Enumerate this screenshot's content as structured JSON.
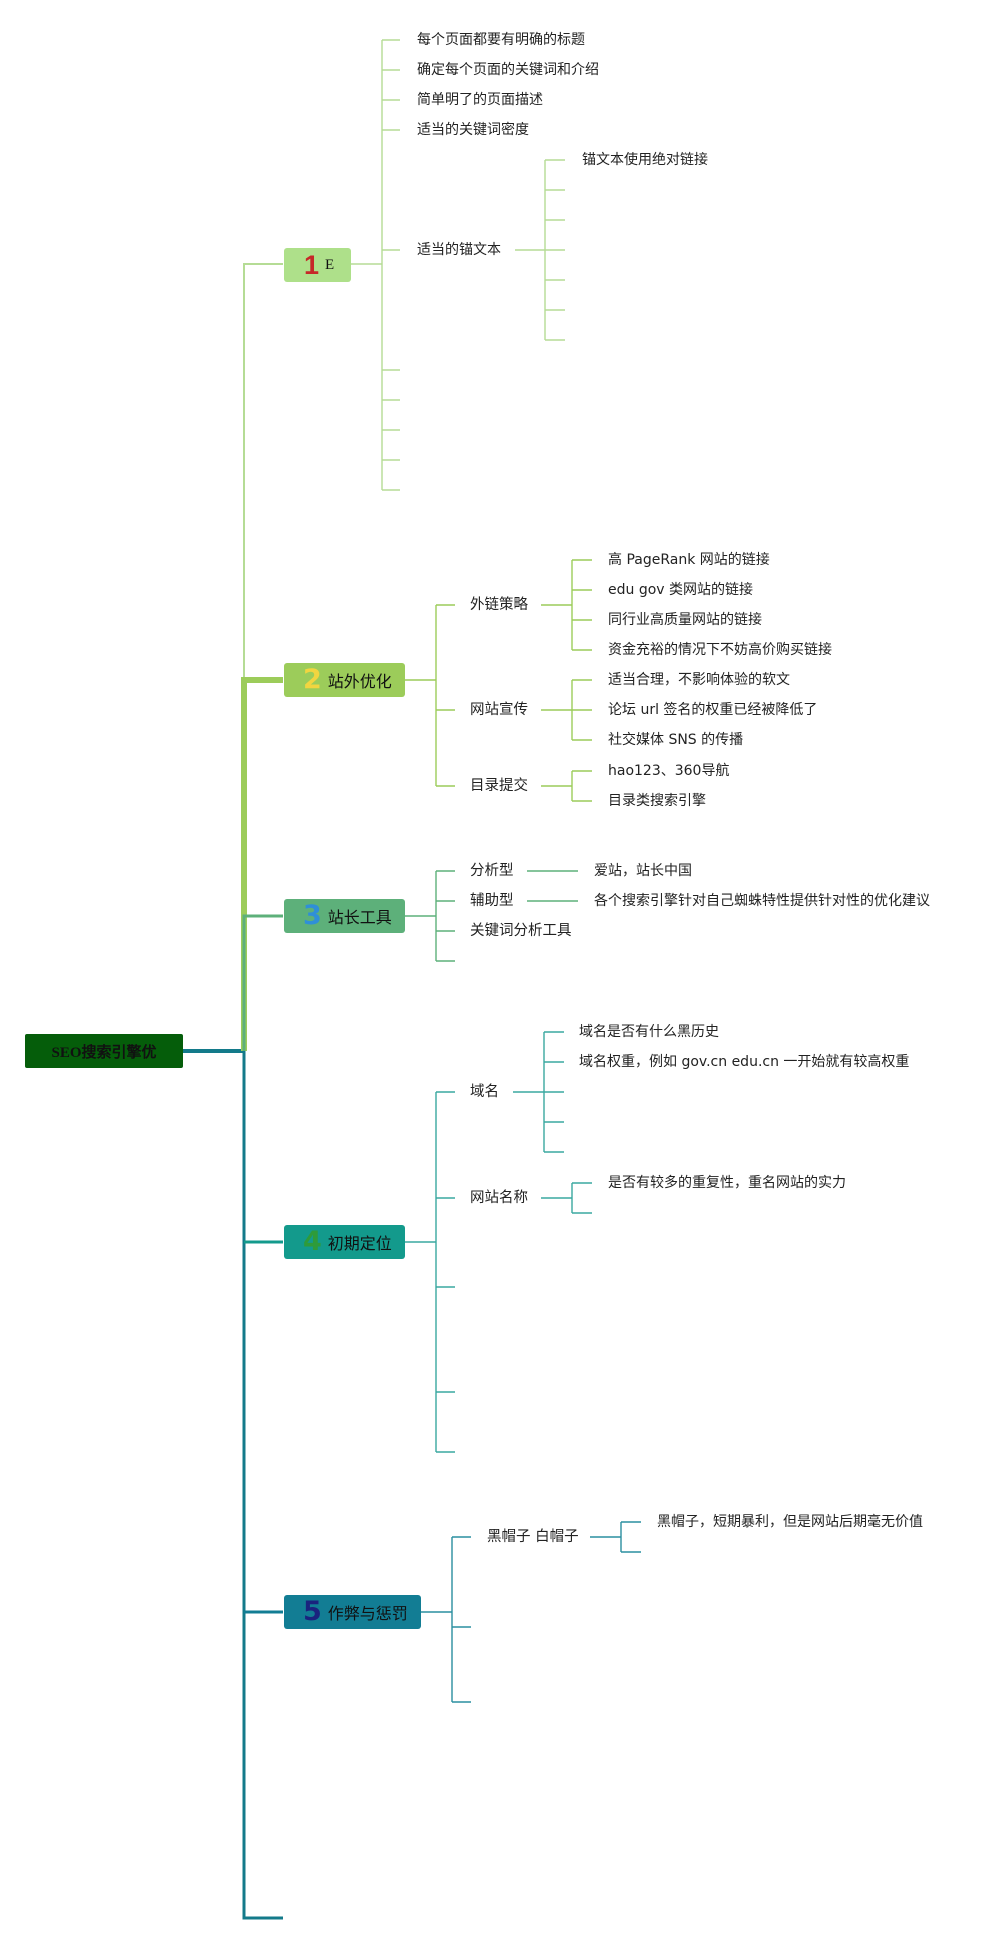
{
  "root": {
    "label": "SEO搜索引擎优"
  },
  "branches": [
    {
      "num": "1",
      "label": "E",
      "num_color": "#c62828",
      "box_color": "#aee08a",
      "children": [
        "每个页面都要有明确的标题",
        "确定每个页面的关键词和介绍",
        "简单明了的页面描述",
        "适当的关键词密度",
        "适当的锚文本"
      ],
      "anchor_children": [
        "锚文本使用绝对链接"
      ]
    },
    {
      "num": "2",
      "label": "站外优化",
      "num_color": "#f2d540",
      "box_color": "#9ccc5a",
      "groups": [
        {
          "label": "外链策略",
          "items": [
            "高 PageRank 网站的链接",
            "edu gov 类网站的链接",
            "同行业高质量网站的链接",
            "资金充裕的情况下不妨高价购买链接"
          ]
        },
        {
          "label": "网站宣传",
          "items": [
            "适当合理，不影响体验的软文",
            "论坛 url 签名的权重已经被降低了",
            "社交媒体 SNS 的传播"
          ]
        },
        {
          "label": "目录提交",
          "items": [
            "hao123、360导航",
            "目录类搜索引擎"
          ]
        }
      ]
    },
    {
      "num": "3",
      "label": "站长工具",
      "num_color": "#2f8fd8",
      "box_color": "#5db07a",
      "groups": [
        {
          "label": "分析型",
          "items": [
            "爱站，站长中国"
          ]
        },
        {
          "label": "辅助型",
          "items": [
            "各个搜索引擎针对自己蜘蛛特性提供针对性的优化建议"
          ]
        },
        {
          "label": "关键词分析工具",
          "items": []
        }
      ]
    },
    {
      "num": "4",
      "label": "初期定位",
      "num_color": "#2e9b3a",
      "box_color": "#139a8c",
      "groups": [
        {
          "label": "域名",
          "items": [
            "域名是否有什么黑历史",
            "域名权重，例如 gov.cn edu.cn 一开始就有较高权重"
          ]
        },
        {
          "label": "网站名称",
          "items": [
            "是否有较多的重复性，重名网站的实力"
          ]
        }
      ]
    },
    {
      "num": "5",
      "label": "作弊与惩罚",
      "num_color": "#1a237e",
      "box_color": "#127d94",
      "groups": [
        {
          "label": "黑帽子 白帽子",
          "items": [
            "黑帽子，短期暴利，但是网站后期毫无价值"
          ]
        }
      ]
    }
  ],
  "colors": {
    "light_green": "#b5dc95",
    "mid_green": "#9ccc5a",
    "teal": "#3aa8a0",
    "dark_teal": "#137a8a",
    "root_bg": "#055d0a"
  }
}
